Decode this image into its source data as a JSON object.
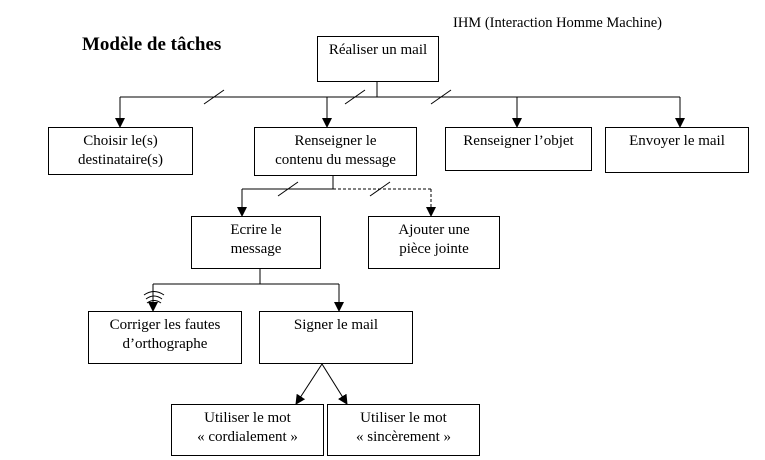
{
  "header": {
    "title": "Modèle de tâches",
    "subtitle": "IHM (Interaction Homme Machine)"
  },
  "tasks": {
    "root": "Réaliser un mail",
    "choose_recipients": "Choisir le(s)\ndestinataire(s)",
    "fill_content": "Renseigner le\ncontenu du message",
    "fill_subject": "Renseigner l’objet",
    "send_mail": "Envoyer le mail",
    "write_message": "Ecrire le\nmessage",
    "add_attachment": "Ajouter une\npièce jointe",
    "fix_spelling": "Corriger les fautes\nd’orthographe",
    "sign_mail": "Signer le mail",
    "use_cordialement": "Utiliser le mot\n« cordialement »",
    "use_sincerement": "Utiliser le mot\n« sincèrement »"
  }
}
